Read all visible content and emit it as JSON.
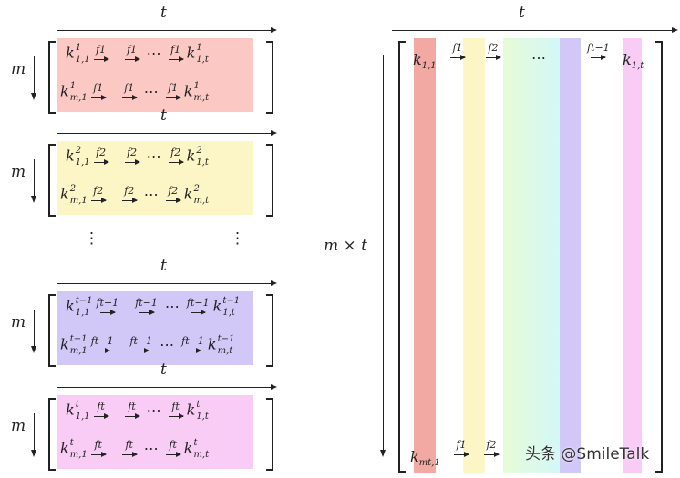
{
  "left_blocks": [
    {
      "t": "t",
      "m": "m",
      "color": "#fbc8c4",
      "rows": [
        {
          "first": {
            "b": "k",
            "sup": "1",
            "sub": "1,1"
          },
          "arrows": [
            "f1",
            "f1"
          ],
          "dots": "⋯",
          "last_arrow": "f1",
          "last": {
            "b": "k",
            "sup": "1",
            "sub": "1,t"
          }
        },
        {
          "first": {
            "b": "k",
            "sup": "1",
            "sub": "m,1"
          },
          "arrows": [
            "f1",
            "f1"
          ],
          "dots": "⋯",
          "last_arrow": "f1",
          "last": {
            "b": "k",
            "sup": "1",
            "sub": "m,t"
          }
        }
      ]
    },
    {
      "t": "t",
      "m": "m",
      "color": "#fcf5c6",
      "rows": [
        {
          "first": {
            "b": "k",
            "sup": "2",
            "sub": "1,1"
          },
          "arrows": [
            "f2",
            "f2"
          ],
          "dots": "⋯",
          "last_arrow": "f2",
          "last": {
            "b": "k",
            "sup": "2",
            "sub": "1,t"
          }
        },
        {
          "first": {
            "b": "k",
            "sup": "2",
            "sub": "m,1"
          },
          "arrows": [
            "f2",
            "f2"
          ],
          "dots": "⋯",
          "last_arrow": "f2",
          "last": {
            "b": "k",
            "sup": "2",
            "sub": "m,t"
          }
        }
      ]
    },
    {
      "t": "t",
      "m": "m",
      "color": "#d2c8f8",
      "rows": [
        {
          "first": {
            "b": "k",
            "sup": "t−1",
            "sub": "1,1"
          },
          "arrows": [
            "ft−1",
            "ft−1"
          ],
          "dots": "⋯",
          "last_arrow": "ft−1",
          "last": {
            "b": "k",
            "sup": "t−1",
            "sub": "1,t"
          }
        },
        {
          "first": {
            "b": "k",
            "sup": "t−1",
            "sub": "m,1"
          },
          "arrows": [
            "ft−1",
            "ft−1"
          ],
          "dots": "⋯",
          "last_arrow": "ft−1",
          "last": {
            "b": "k",
            "sup": "t−1",
            "sub": "m,t"
          }
        }
      ]
    },
    {
      "t": "t",
      "m": "m",
      "color": "#f9ccf6",
      "rows": [
        {
          "first": {
            "b": "k",
            "sup": "t",
            "sub": "1,1"
          },
          "arrows": [
            "ft",
            "ft"
          ],
          "dots": "⋯",
          "last_arrow": "ft",
          "last": {
            "b": "k",
            "sup": "t",
            "sub": "1,t"
          }
        },
        {
          "first": {
            "b": "k",
            "sup": "t",
            "sub": "m,1"
          },
          "arrows": [
            "ft",
            "ft"
          ],
          "dots": "⋯",
          "last_arrow": "ft",
          "last": {
            "b": "k",
            "sup": "t",
            "sub": "m,t"
          }
        }
      ]
    }
  ],
  "vdots": "⋮",
  "right": {
    "t": "t",
    "mt": "m × t",
    "top_row": {
      "first": "k",
      "first_sub": "1,1",
      "a1": "f1",
      "a2": "f2",
      "dots": "⋯",
      "a3": "ft−1",
      "last": "k",
      "last_sub": "1,t"
    },
    "bottom_row": {
      "first": "k",
      "first_sub": "mt,1",
      "a1": "f1",
      "a2": "f2"
    },
    "stripe_colors": [
      "#f2a9a3",
      "#fcf5c6",
      "#e6fbd6",
      "#d4f8f8",
      "#d2c8f8",
      "#f9ccf6"
    ]
  },
  "watermark": "头条 @SmileTalk"
}
